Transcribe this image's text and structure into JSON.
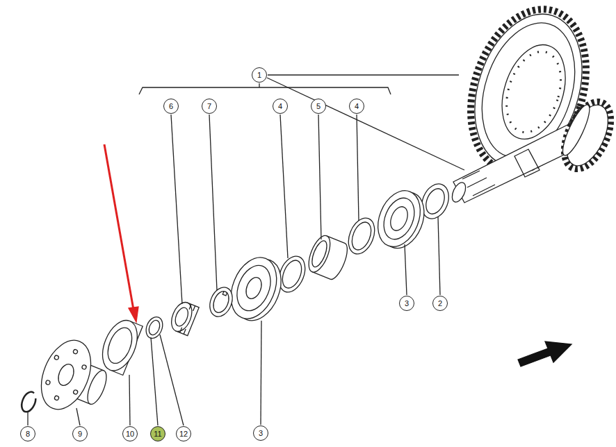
{
  "diagram": {
    "nodes": [
      {
        "text": [
          "1"
        ]
      },
      {
        "text": [
          "6"
        ]
      },
      {
        "text": [
          "7"
        ]
      },
      {
        "text": [
          "4"
        ]
      },
      {
        "text": [
          "5"
        ]
      },
      {
        "text": [
          "4"
        ]
      },
      {
        "text": [
          "3"
        ]
      },
      {
        "text": [
          "2"
        ]
      },
      {
        "text": [
          "8"
        ]
      },
      {
        "text": [
          "9"
        ]
      },
      {
        "text": [
          "10"
        ]
      },
      {
        "text": [
          "11"
        ]
      },
      {
        "text": [
          "12"
        ]
      },
      {
        "text": [
          "3"
        ]
      }
    ]
  }
}
